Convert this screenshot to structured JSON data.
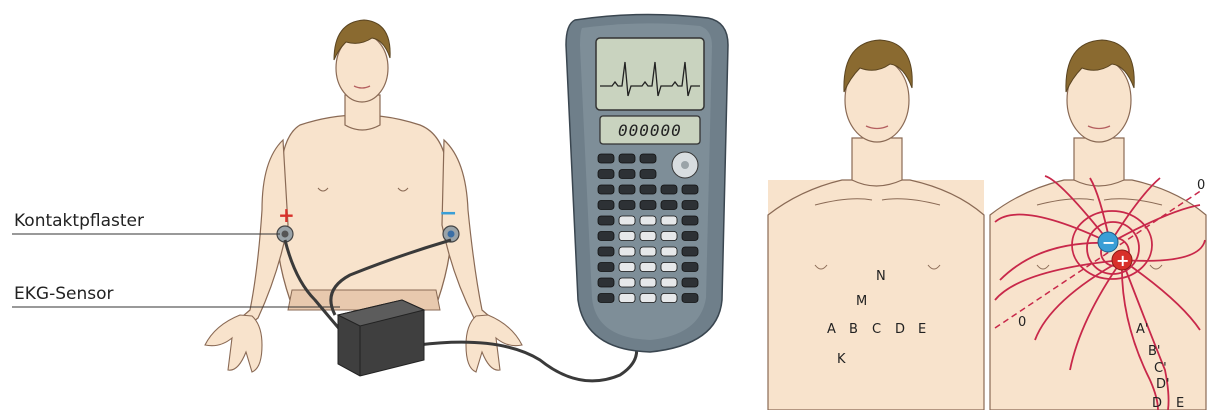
{
  "labels": {
    "contact_patch": "Kontaktpflaster",
    "ecg_sensor": "EKG-Sensor",
    "plus_sign": "+",
    "minus_sign": "−"
  },
  "calculator": {
    "display_digits": "000000"
  },
  "chest_points": {
    "N": "N",
    "M": "M",
    "A": "A",
    "B": "B",
    "C": "C",
    "D": "D",
    "E": "E",
    "K": "K"
  },
  "field_points": {
    "A_prime": "A'",
    "B_prime": "B'",
    "C_prime": "C'",
    "D_prime": "D'",
    "D": "D",
    "E": "E",
    "zero_left": "0",
    "zero_right": "0"
  },
  "dipole": {
    "negative": "−",
    "positive": "+"
  },
  "colors": {
    "skin": "#f8e3cc",
    "skin_outline": "#8a6a55",
    "hair": "#8a6a30",
    "field_line": "#c8284a",
    "plus_red": "#d8302a",
    "minus_blue": "#3a9ed6",
    "device_body": "#6f7f8a",
    "screen": "#c9d3bf",
    "sensor_box": "#3f3f3f"
  }
}
